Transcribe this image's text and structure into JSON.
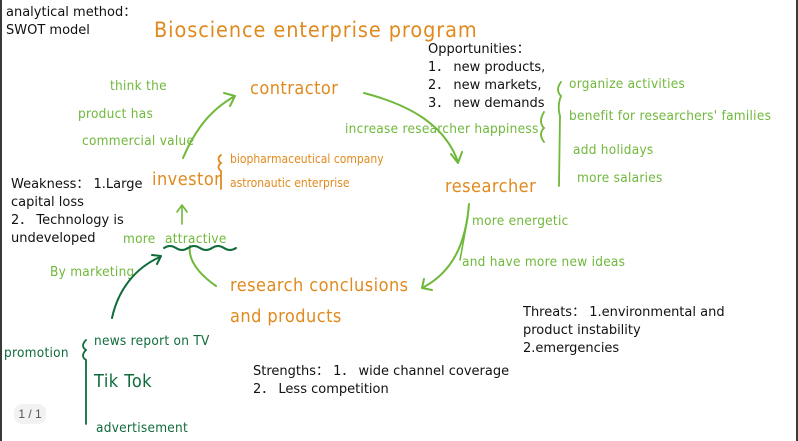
{
  "method": {
    "line1": "analytical method：",
    "line2": "SWOT model"
  },
  "title": "Bioscience enterprise program",
  "opportunities": {
    "heading": "Opportunities：",
    "items": [
      "1． new products,",
      "2． new markets,",
      "3． new demands"
    ]
  },
  "weakness": {
    "lines": [
      "Weakness： 1.Large",
      "capital loss",
      "2． Technology is",
      "undeveloped"
    ]
  },
  "threats": {
    "lines": [
      "Threats： 1.environmental and",
      "product instability",
      "2.emergencies"
    ]
  },
  "strengths": {
    "lines": [
      "Strengths： 1． wide channel coverage",
      "2． Less competition"
    ]
  },
  "nodes": {
    "contractor": "contractor",
    "researcher": "researcher",
    "investor": "investor",
    "research_line1": "research conclusions",
    "research_line2": "and products"
  },
  "investor_types": [
    "biopharmaceutical company",
    "astronautic enterprise"
  ],
  "annotations": {
    "think_line1": "think the",
    "think_line2": "product has",
    "think_line3": "commercial value",
    "increase_happiness": "increase researcher happiness",
    "energetic_line1": "more energetic",
    "energetic_line2": "and have more new ideas",
    "more_attractive_prefix": "more",
    "more_attractive_word": "attractive",
    "by_marketing": "By marketing"
  },
  "happiness_measures": [
    "organize activities",
    "benefit for researchers' families",
    "add holidays",
    "more salaries"
  ],
  "promotion": {
    "label": "promotion",
    "channels": [
      "news report on TV",
      "Tik Tok",
      "advertisement"
    ]
  },
  "viewer": {
    "page_indicator": "1 / 1"
  },
  "colors": {
    "orange": "#e08a1e",
    "light_green": "#6fb83a",
    "dark_green": "#0f6b3a"
  }
}
